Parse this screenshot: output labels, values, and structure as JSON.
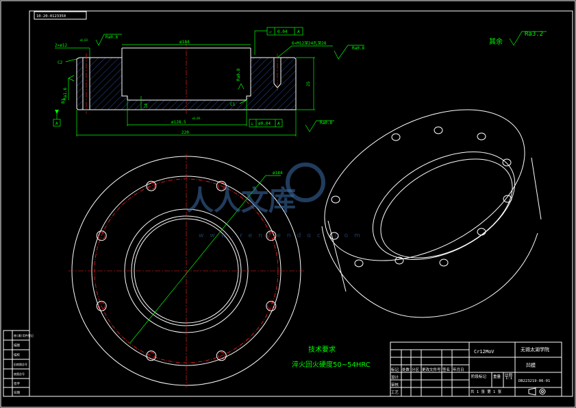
{
  "drawing": {
    "code_box": "10-20-0123350",
    "finish": {
      "label": "其余",
      "roughness": "Ra3.2"
    },
    "notes": {
      "title": "技术要求",
      "line": "淬火回火硬度50~54HRC"
    },
    "dims": {
      "d184": "ø184",
      "d184_top": "ø184",
      "d128": "ø128.5",
      "d128_tol": "+0.04",
      "width220": "220",
      "height": "25",
      "depth14": "14",
      "holes": "6×M12深24孔深28",
      "counterbore": "2×ø12",
      "cb_tol": "+0.03",
      "chamfer_c2": "C2",
      "chamfer_c1": "C1",
      "b3": "B3"
    },
    "roughness": {
      "r1": "Ra0.8",
      "r2": "Ra1.6",
      "r3": "Ra0.8",
      "r4": "Ra0.8",
      "r5": "Ra0.8"
    },
    "gdt": {
      "flat_sym": "▱",
      "flat_val": "0.04",
      "flat_ref": "A",
      "runout_sym": "⊥",
      "runout_val": "ø0.04",
      "runout_ref": "A",
      "datum": "A"
    },
    "watermark": {
      "main": "人人文库",
      "sub": "www.renrendoc.com"
    },
    "title_block": {
      "material": "Cr12MoV",
      "school": "无锡太湖学院",
      "part_name": "凹模",
      "drawing_no": "DB223219-06-01",
      "scale": "1:1",
      "sheet": "共 1 张 第 1 张",
      "rows": [
        "标记",
        "处数",
        "分区",
        "更改文件号",
        "签名",
        "年月日"
      ],
      "roles": [
        "设计",
        "审核",
        "工艺"
      ],
      "stage": "阶段标记",
      "weight": "重量",
      "ratio": "比例"
    },
    "side_block": [
      "借(通)用件登记",
      "描图",
      "描校",
      "旧底图总号",
      "底图总号",
      "签字",
      "日期"
    ]
  }
}
